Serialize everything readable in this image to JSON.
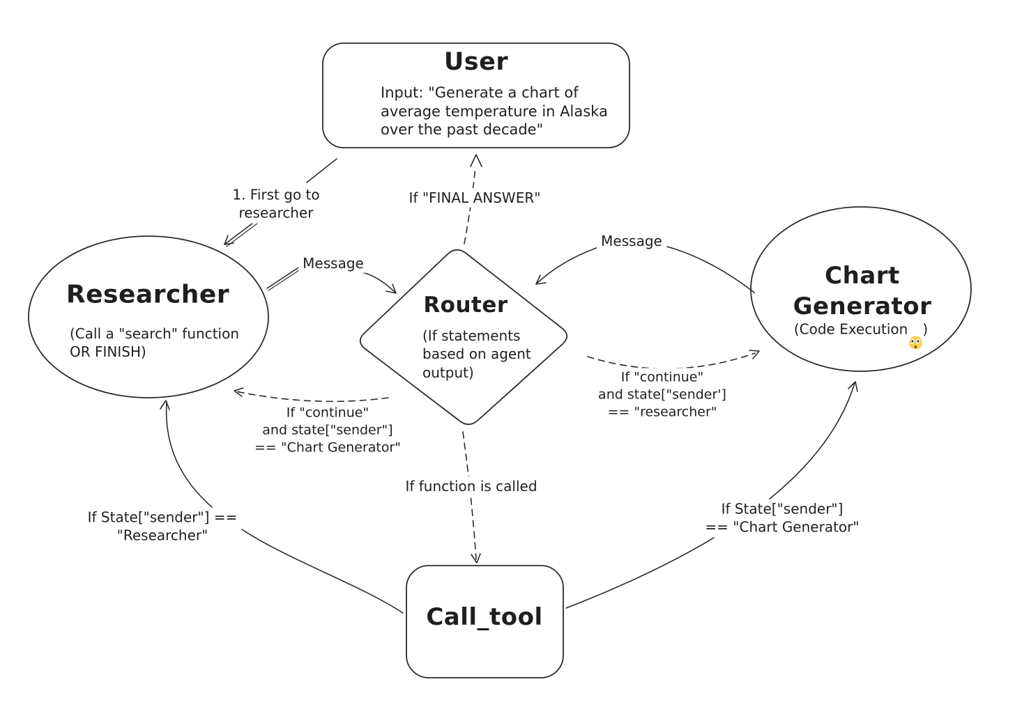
{
  "diagram": {
    "title_hint": "Multi-agent LangGraph workflow sketch",
    "colors": {
      "stroke": "#2b2b2b",
      "text": "#1f1f1f",
      "background": "#ffffff",
      "emoji_yellow": "#ffcc4d"
    },
    "nodes": {
      "user": {
        "title": "User",
        "subtitle": "Input: \"Generate a chart of\naverage temperature in Alaska\nover the past decade\""
      },
      "researcher": {
        "title": "Researcher",
        "subtitle": "(Call a \"search\" function\nOR FINISH)"
      },
      "router": {
        "title": "Router",
        "subtitle": "(If statements\nbased on agent\noutput)"
      },
      "chart_generator": {
        "title": "Chart\nGenerator",
        "subtitle_prefix": "(Code Execution",
        "emoji": "😳",
        "subtitle_suffix": ")"
      },
      "call_tool": {
        "title": "Call_tool"
      }
    },
    "edges": {
      "user_to_researcher": {
        "label": "1. First go to\nresearcher",
        "style": "solid"
      },
      "router_to_user": {
        "label": "If \"FINAL ANSWER\"",
        "style": "dashed"
      },
      "researcher_to_router": {
        "label": "Message",
        "style": "solid"
      },
      "chart_generator_to_router": {
        "label": "Message",
        "style": "solid"
      },
      "router_to_chart_generator": {
        "label": "If \"continue\"\nand state[\"sender']\n== \"researcher\"",
        "style": "dashed"
      },
      "router_to_researcher": {
        "label": "If \"continue\"\nand state[\"sender\"]\n== \"Chart Generator\"",
        "style": "dashed"
      },
      "router_to_call_tool": {
        "label": "If function is called",
        "style": "dashed"
      },
      "call_tool_to_researcher": {
        "label": "If State[\"sender\"] ==\n\"Researcher\"",
        "style": "solid"
      },
      "call_tool_to_chart_generator": {
        "label": "If State[\"sender\"]\n== \"Chart Generator\"",
        "style": "solid"
      }
    }
  }
}
